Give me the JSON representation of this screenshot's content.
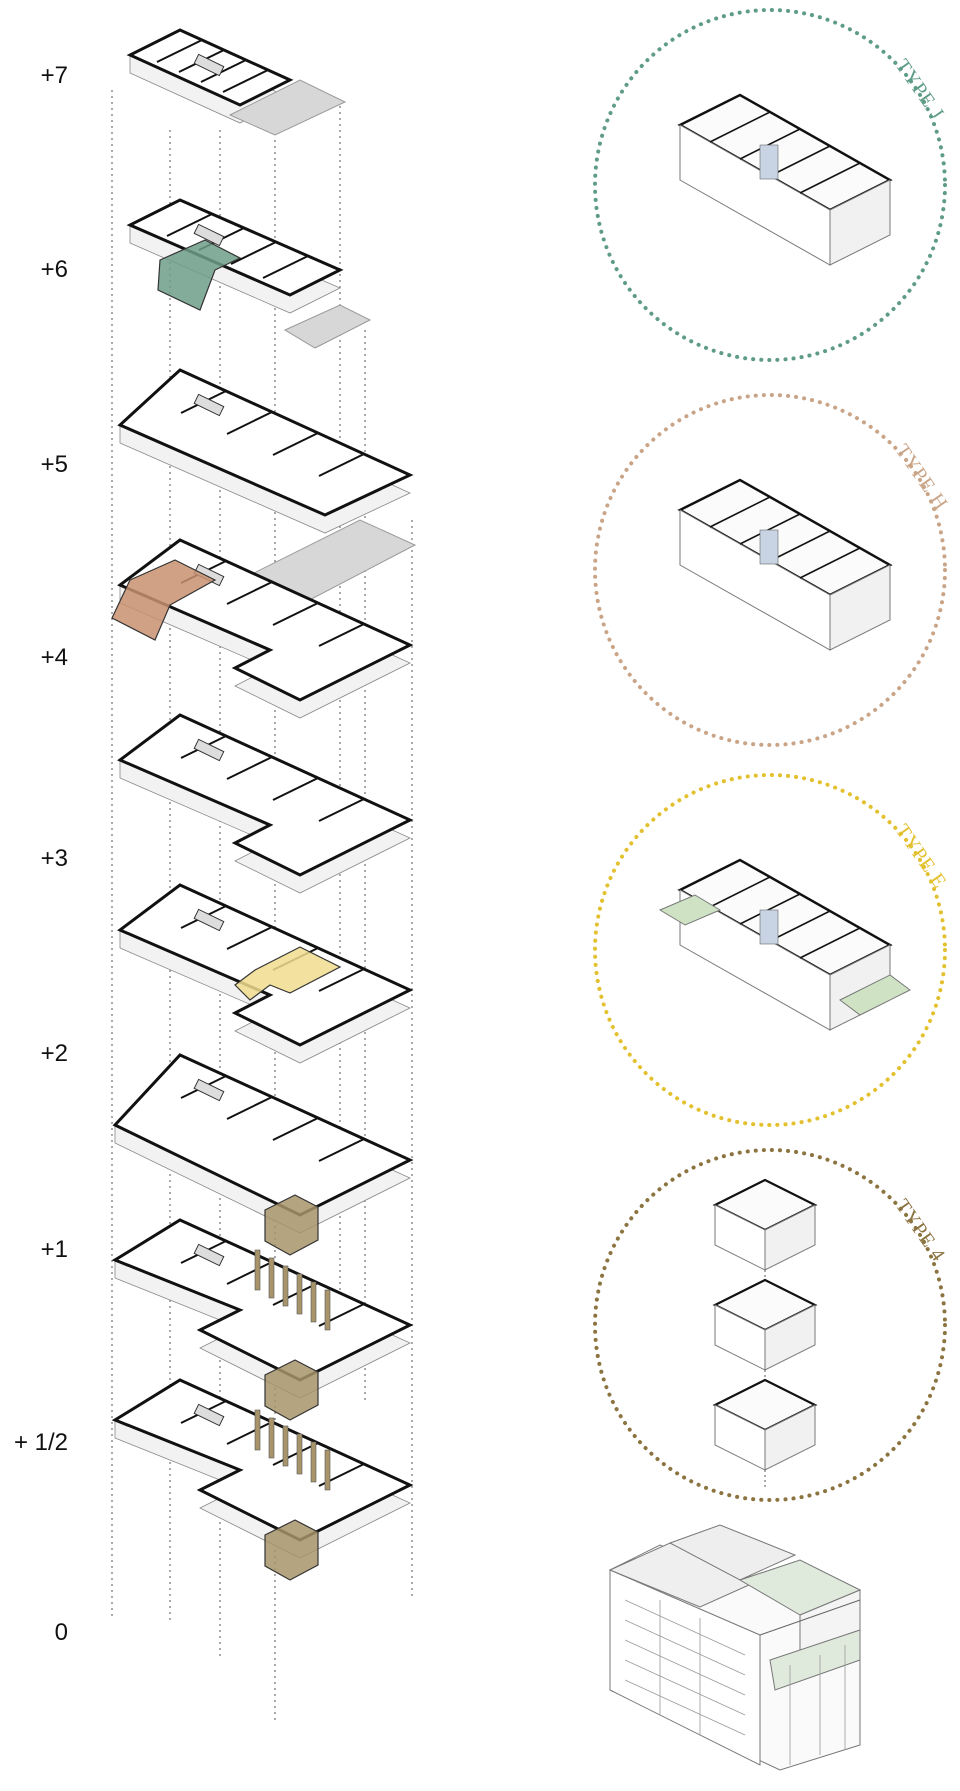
{
  "colors": {
    "type_j": "#5f9c85",
    "type_h": "#c9a487",
    "type_e": "#e3c02e",
    "type_4": "#8c7440",
    "highlight_green": "#6d9d8a",
    "highlight_orange": "#c99070",
    "highlight_yellow": "#f1dd8e",
    "highlight_olive": "#a8946a",
    "terrace_green": "#cfe3c4",
    "slab_gray": "#d7d7d7",
    "wall": "#111111"
  },
  "floors": [
    {
      "label": "+7",
      "highlight": null
    },
    {
      "label": "+6",
      "highlight": "green"
    },
    {
      "label": "+5",
      "highlight": null
    },
    {
      "label": "+4",
      "highlight": "orange"
    },
    {
      "label": "+3",
      "highlight": null
    },
    {
      "label": "+2",
      "highlight": "yellow"
    },
    {
      "label": "+1",
      "highlight": "olive"
    },
    {
      "label": "+ 1/2",
      "highlight": "olive"
    },
    {
      "label": "0",
      "highlight": "olive"
    }
  ],
  "unit_types": [
    {
      "label": "TYPE J",
      "color_key": "type_j",
      "icon": "apartment-axonometric-icon"
    },
    {
      "label": "TYPE H",
      "color_key": "type_h",
      "icon": "apartment-axonometric-icon"
    },
    {
      "label": "TYPE E",
      "color_key": "type_e",
      "icon": "apartment-axonometric-icon"
    },
    {
      "label": "TYPE 4",
      "color_key": "type_4",
      "icon": "triplex-axonometric-icon"
    }
  ],
  "building_icon": "building-massing-icon"
}
